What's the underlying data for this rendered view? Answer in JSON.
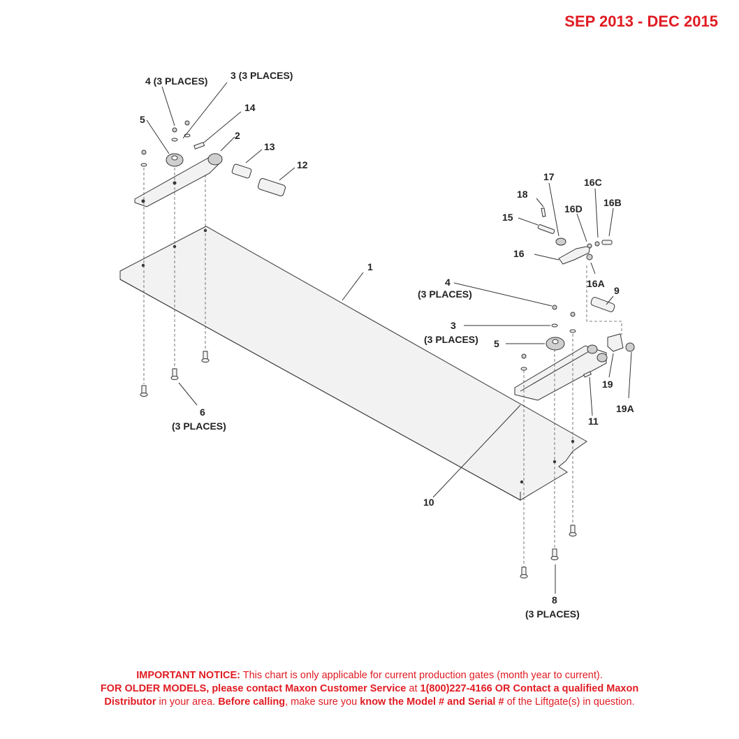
{
  "header": {
    "date_range": "SEP 2013 - DEC 2015"
  },
  "callouts": {
    "c4a": "4 (3 PLACES)",
    "c3a": "3 (3 PLACES)",
    "c14": "14",
    "c5a": "5",
    "c2": "2",
    "c13": "13",
    "c12": "12",
    "c6": "6",
    "c6p": "(3 PLACES)",
    "c1": "1",
    "c17": "17",
    "c18": "18",
    "c16c": "16C",
    "c16b": "16B",
    "c15": "15",
    "c16d": "16D",
    "c16": "16",
    "c16a": "16A",
    "c9": "9",
    "c4b": "4",
    "c4bp": "(3 PLACES)",
    "c3b": "3",
    "c3bp": "(3 PLACES)",
    "c5b": "5",
    "c19": "19",
    "c19a": "19A",
    "c11": "11",
    "c10": "10",
    "c8": "8",
    "c8p": "(3 PLACES)"
  },
  "notice": {
    "p1_bold": "IMPORTANT NOTICE:",
    "p1_text": " This chart is only applicable for current production gates (month year to current).",
    "p2_bold": "FOR OLDER MODELS, please contact Maxon Customer Service",
    "p2_text": " at ",
    "p2_phone": "1(800)227-4166 OR Contact a qualified Maxon",
    "p3_bold1": "Distributor",
    "p3_text1": " in your area. ",
    "p3_bold2": "Before calling",
    "p3_text2": ", make sure you ",
    "p3_bold3": "know the Model # and Serial #",
    "p3_text3": " of the Liftgate(s) in question."
  }
}
